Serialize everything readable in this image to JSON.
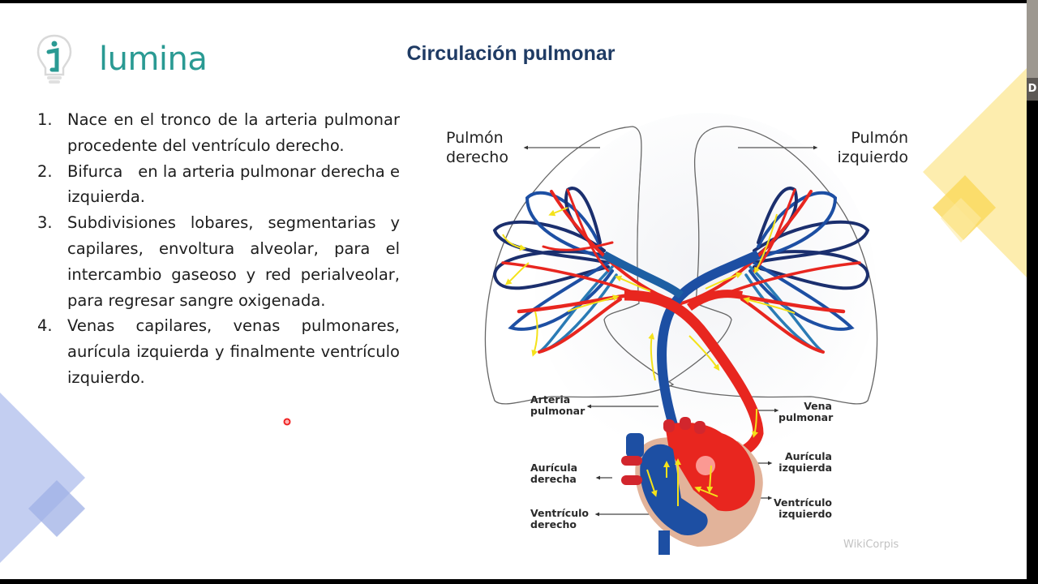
{
  "window": {
    "side_strip_label": "D"
  },
  "logo": {
    "text": "lumina",
    "icon": "lightbulb-i-icon",
    "color": "#2a9a93"
  },
  "slide": {
    "title": "Circulación pulmonar",
    "title_color": "#1f3b64",
    "points": [
      {
        "num": "1.",
        "text": "Nace en el tronco de la arteria pulmonar procedente del ventrículo derecho."
      },
      {
        "num": "2.",
        "text": "Bifurca   en la arteria pulmonar derecha e izquierda."
      },
      {
        "num": "3.",
        "text": "Subdivisiones lobares, segmentarias y capilares, envoltura alveolar, para el intercambio gaseoso y red perialveolar, para regresar sangre oxigenada."
      },
      {
        "num": "4.",
        "text": "Venas capilares, venas pulmonares, aurícula izquierda y finalmente ventrículo izquierdo."
      }
    ]
  },
  "diagram": {
    "labels": {
      "right_lung": "Pulmón\nderecho",
      "left_lung": "Pulmón\nizquierdo",
      "pulmonary_artery": "Arteria\npulmonar",
      "pulmonary_vein": "Vena\npulmonar",
      "right_atrium": "Aurícula\nderecha",
      "left_atrium": "Aurícula\nizquierda",
      "right_ventricle": "Ventrículo\nderecho",
      "left_ventricle": "Ventrículo\nizquierdo"
    },
    "watermark": "WikiCorpis",
    "colors": {
      "oxygenated": "#e8261f",
      "deoxygenated": "#1d4fa3",
      "arrow": "#f4e21a"
    }
  },
  "decor": {
    "left_color": "#b9c6ee",
    "right_color": "#fde99a"
  }
}
